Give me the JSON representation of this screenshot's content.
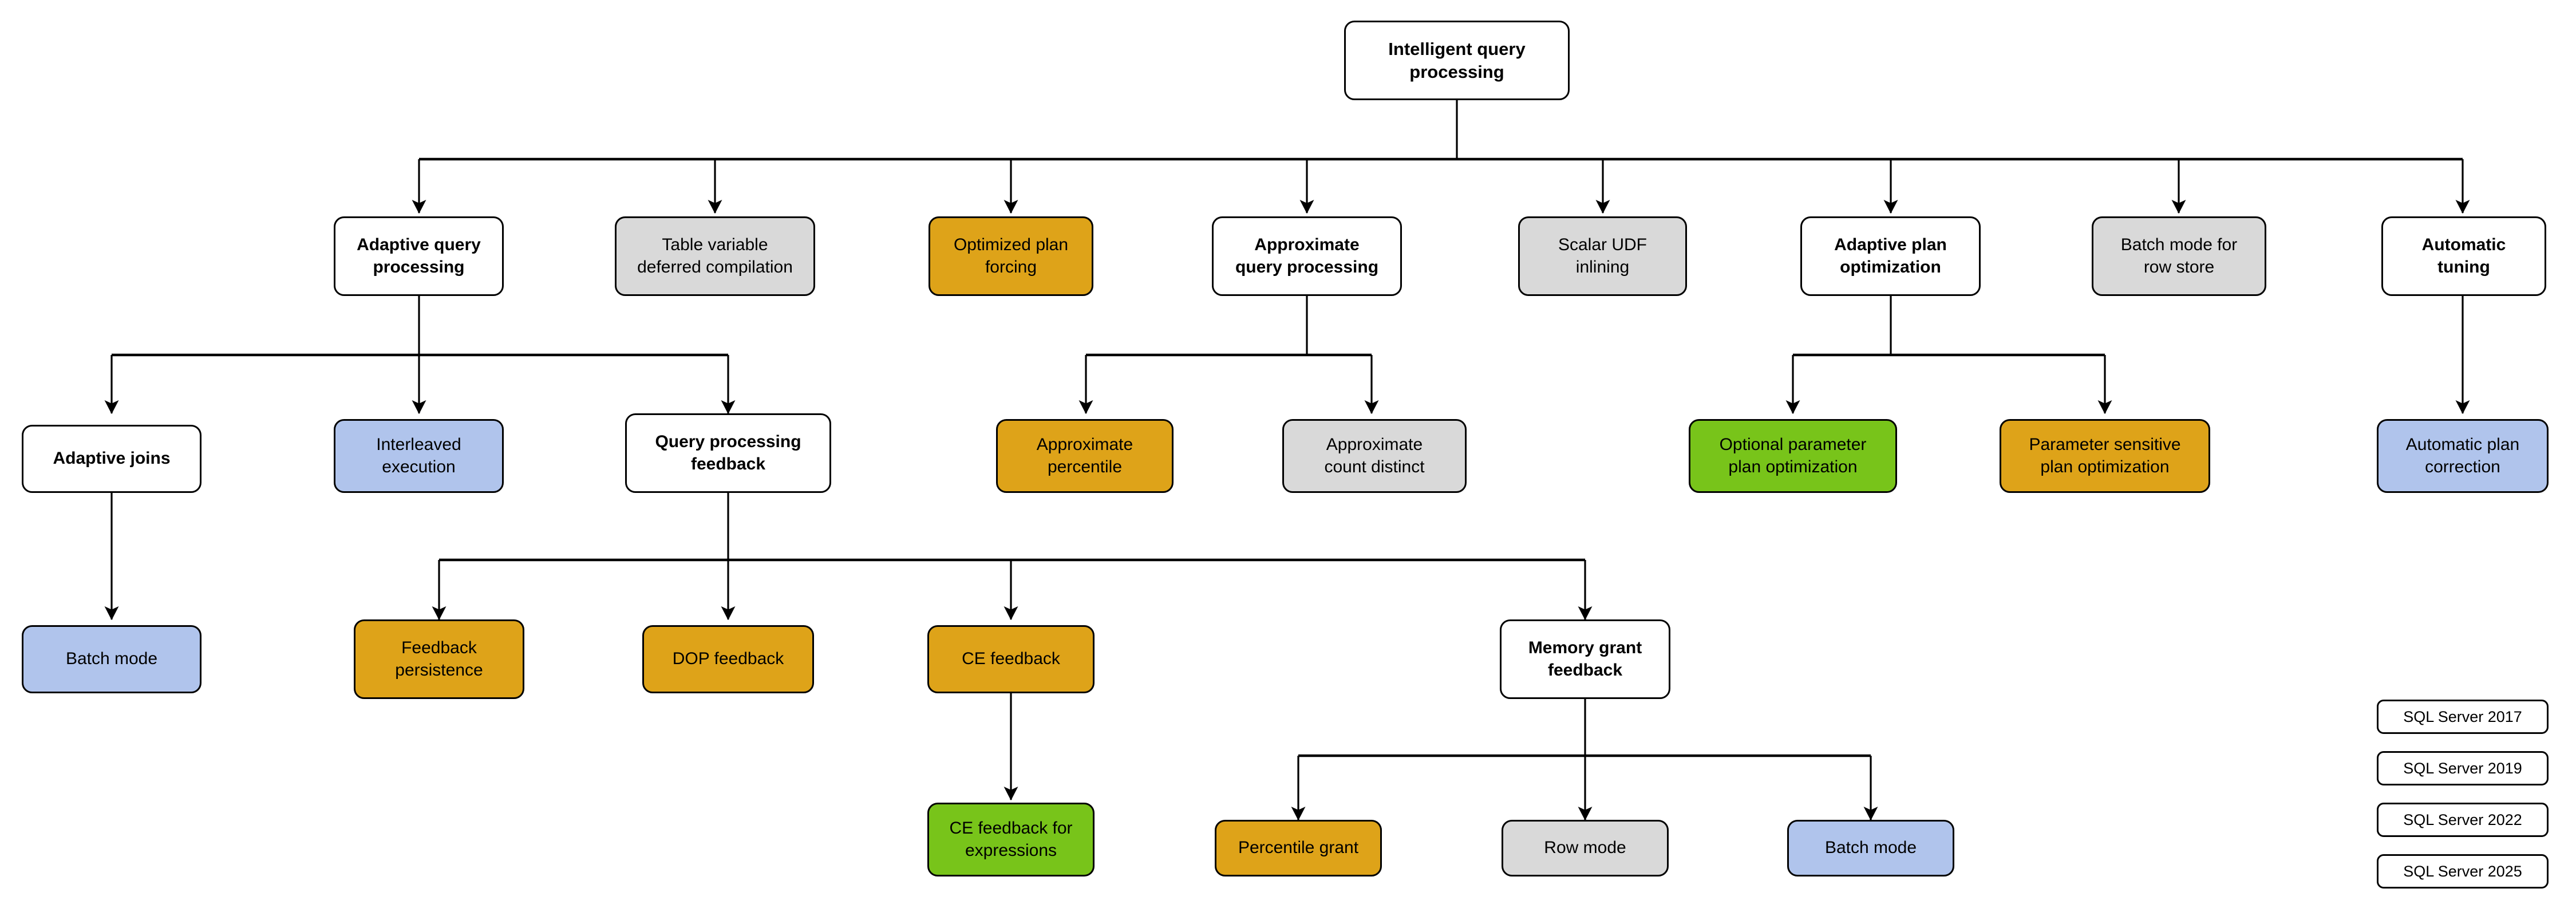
{
  "diagram": {
    "title": "Intelligent query processing",
    "type": "tree",
    "palette": {
      "sql_server_2017": "#b0c4ec",
      "sql_server_2019": "#d9d9d9",
      "sql_server_2022": "#dea319",
      "sql_server_2025": "#78c41a",
      "default_node": "#ffffff",
      "border": "#000000",
      "connector": "#000000"
    },
    "legend": {
      "name": "version-legend",
      "items": [
        {
          "label": "SQL Server 2017",
          "version_class": "v2017"
        },
        {
          "label": "SQL Server 2019",
          "version_class": "v2019"
        },
        {
          "label": "SQL Server 2022",
          "version_class": "v2022"
        },
        {
          "label": "SQL Server 2025",
          "version_class": "v2025"
        }
      ]
    },
    "nodes": [
      {
        "id": "root",
        "label": "Intelligent query\nprocessing",
        "version_class": "root plain"
      },
      {
        "id": "adaptive-query-processing",
        "label": "Adaptive query\nprocessing",
        "version_class": "plain"
      },
      {
        "id": "table-variable-deferred-compilation",
        "label": "Table variable\ndeferred compilation",
        "version_class": "v2019"
      },
      {
        "id": "optimized-plan-forcing",
        "label": "Optimized plan\nforcing",
        "version_class": "v2022"
      },
      {
        "id": "approximate-query-processing",
        "label": "Approximate\nquery processing",
        "version_class": "plain"
      },
      {
        "id": "scalar-udf-inlining",
        "label": "Scalar UDF\ninlining",
        "version_class": "v2019"
      },
      {
        "id": "adaptive-plan-optimization",
        "label": "Adaptive plan\noptimization",
        "version_class": "plain"
      },
      {
        "id": "batch-mode-for-row-store",
        "label": "Batch mode for\nrow store",
        "version_class": "v2019"
      },
      {
        "id": "automatic-tuning",
        "label": "Automatic\ntuning",
        "version_class": "plain"
      },
      {
        "id": "adaptive-joins",
        "label": "Adaptive joins",
        "version_class": "plain"
      },
      {
        "id": "interleaved-execution",
        "label": "Interleaved\nexecution",
        "version_class": "v2017"
      },
      {
        "id": "query-processing-feedback",
        "label": "Query processing\nfeedback",
        "version_class": "plain"
      },
      {
        "id": "approximate-percentile",
        "label": "Approximate\npercentile",
        "version_class": "v2022"
      },
      {
        "id": "approximate-count-distinct",
        "label": "Approximate\ncount distinct",
        "version_class": "v2019"
      },
      {
        "id": "optional-parameter-plan-optimization",
        "label": "Optional parameter\nplan optimization",
        "version_class": "v2025"
      },
      {
        "id": "parameter-sensitive-plan-optimization",
        "label": "Parameter sensitive\nplan optimization",
        "version_class": "v2022"
      },
      {
        "id": "automatic-plan-correction",
        "label": "Automatic plan\ncorrection",
        "version_class": "v2017"
      },
      {
        "id": "batch-mode-adaptive-joins",
        "label": "Batch mode",
        "version_class": "v2017"
      },
      {
        "id": "feedback-persistence",
        "label": "Feedback\npersistence",
        "version_class": "v2022"
      },
      {
        "id": "dop-feedback",
        "label": "DOP feedback",
        "version_class": "v2022"
      },
      {
        "id": "ce-feedback",
        "label": "CE feedback",
        "version_class": "v2022"
      },
      {
        "id": "memory-grant-feedback",
        "label": "Memory grant\nfeedback",
        "version_class": "plain"
      },
      {
        "id": "ce-feedback-for-expressions",
        "label": "CE feedback for\nexpressions",
        "version_class": "v2025"
      },
      {
        "id": "percentile-grant",
        "label": "Percentile grant",
        "version_class": "v2022"
      },
      {
        "id": "row-mode",
        "label": "Row mode",
        "version_class": "v2019"
      },
      {
        "id": "batch-mode-memory-grant",
        "label": "Batch mode",
        "version_class": "v2017"
      }
    ]
  }
}
